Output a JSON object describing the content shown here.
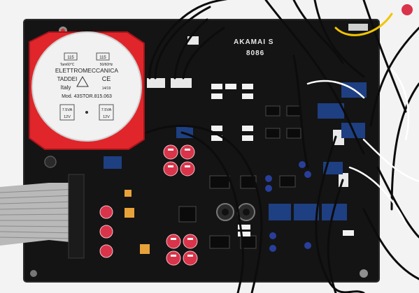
{
  "board": {
    "brand_label": "AKAMAI S",
    "model_label": "8086"
  },
  "transformer": {
    "brand": "ELETTROMECCANICA",
    "brand2": "TADDEI",
    "country": "Italy",
    "ce_mark": "CE",
    "model": "Mod. 43STOR.815.063",
    "temp": "Tam60°C",
    "freq": "50/60Hz",
    "code": "14/19",
    "left_rating": "7.5VA",
    "right_rating": "7.5VA",
    "left_voltage": "12V",
    "right_voltage": "12V",
    "top_left_tap": "115",
    "top_right_tap": "115"
  },
  "colors": {
    "pcb": "#141414",
    "transformer_red": "#e0262b",
    "transformer_cap": "#f1f1f1",
    "relay_blue": "#1e3f82",
    "cap_red": "#d9344a",
    "cable_grey": "#b9b9b9",
    "wire_black": "#0c0c0c",
    "wire_yellow": "#f2c400",
    "wire_white": "#ffffff",
    "capacitor_blue": "#283f9a"
  }
}
